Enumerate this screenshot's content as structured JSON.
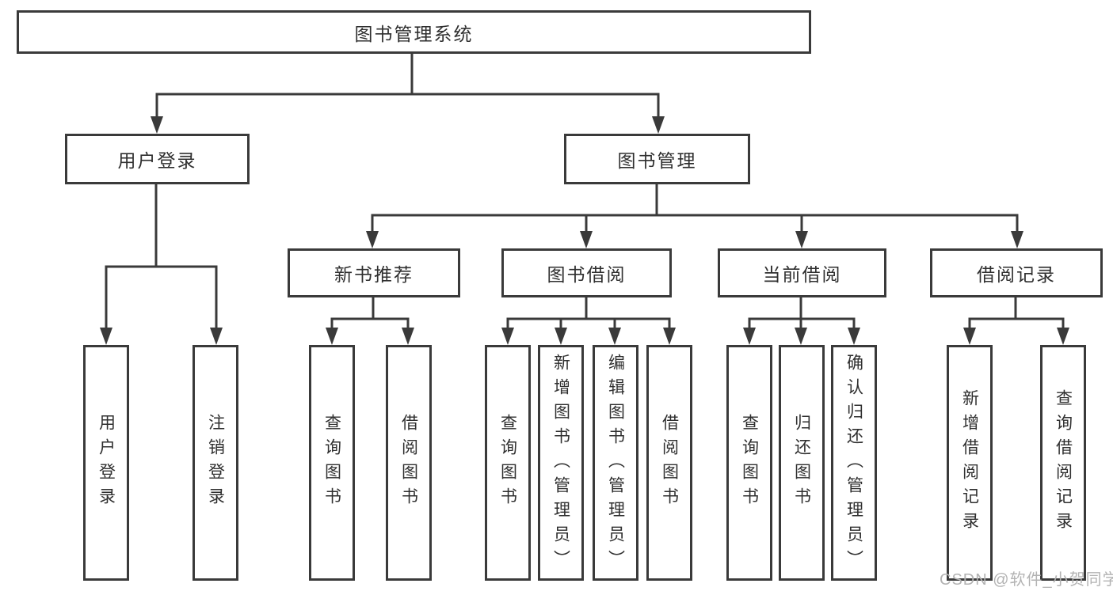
{
  "diagram": {
    "title": "图书管理系统",
    "branches": [
      {
        "label": "用户登录",
        "leaves": [
          "用户登录",
          "注销登录"
        ]
      },
      {
        "label": "图书管理",
        "sections": [
          {
            "label": "新书推荐",
            "leaves": [
              "查询图书",
              "借阅图书"
            ]
          },
          {
            "label": "图书借阅",
            "leaves": [
              "查询图书",
              "新增图书（管理员）",
              "编辑图书（管理员）",
              "借阅图书"
            ]
          },
          {
            "label": "当前借阅",
            "leaves": [
              "查询图书",
              "归还图书",
              "确认归还（管理员）"
            ]
          },
          {
            "label": "借阅记录",
            "leaves": [
              "新增借阅记录",
              "查询借阅记录"
            ]
          }
        ]
      }
    ]
  },
  "watermark": {
    "text": "CSDN @软件_小贺同学"
  },
  "colors": {
    "line": "#3a3a3a",
    "text": "#2f2f2f",
    "watermark": "#b3b3b3",
    "background": "#ffffff"
  }
}
